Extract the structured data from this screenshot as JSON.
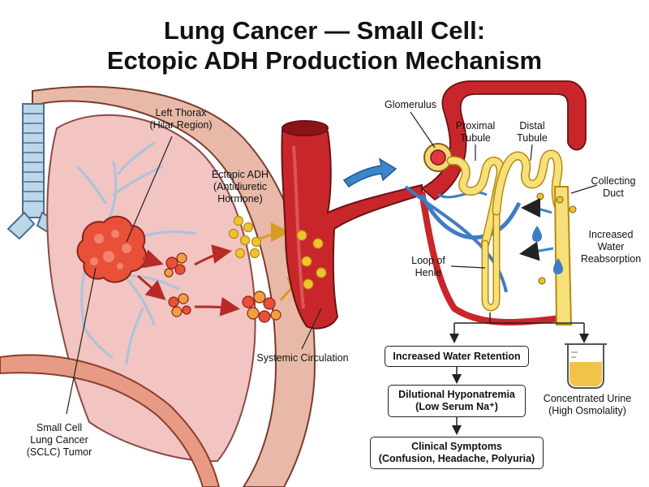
{
  "title": {
    "line1": "Lung Cancer — Small Cell:",
    "line2": "Ectopic ADH Production Mechanism"
  },
  "labels": {
    "left_thorax": [
      "Left Thorax",
      "(Hilar Region)"
    ],
    "tumor": [
      "Small Cell",
      "Lung Cancer",
      "(SCLC) Tumor"
    ],
    "ectopic_adh": [
      "Ectopic ADH",
      "(Antidiuretic",
      "Hormone)"
    ],
    "systemic_circulation": "Systemic Circulation",
    "glomerulus": "Glomerulus",
    "proximal_tubule": [
      "Proximal",
      "Tubule"
    ],
    "distal_tubule": [
      "Distal",
      "Tubule"
    ],
    "collecting_duct": [
      "Collecting",
      "Duct"
    ],
    "increased_reabsorption": [
      "Increased",
      "Water",
      "Reabsorption"
    ],
    "loop_of_henle": [
      "Loop of",
      "Henle"
    ],
    "concentrated_urine": [
      "Concentrated Urine",
      "(High Osmolality)"
    ]
  },
  "flow": {
    "retention": "Increased Water Retention",
    "hyponatremia": [
      "Dilutional Hyponatremia",
      "(Low Serum Na⁺)"
    ],
    "symptoms": [
      "Clinical Symptoms",
      "(Confusion, Headache, Polyuria)"
    ]
  },
  "colors": {
    "lung_fill": "#f2c4c2",
    "tumor": "#e8503a",
    "vessel": "#c9262b",
    "vein": "#3f7cc4",
    "hormone": "#f2c230",
    "tubule": "#f7e07a"
  }
}
